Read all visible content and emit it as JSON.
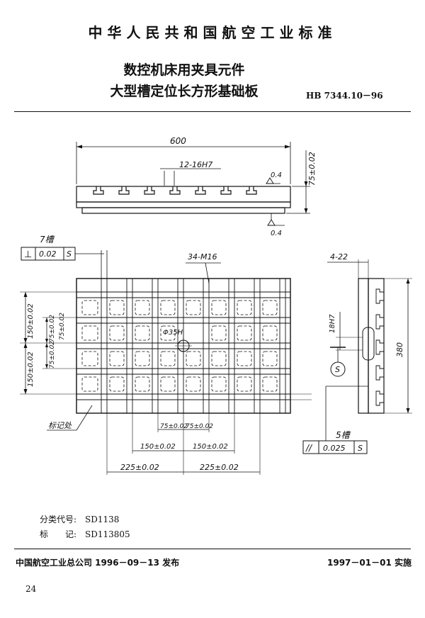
{
  "header": {
    "standard_name": "中华人民共和国航空工业标准",
    "title_line1": "数控机床用夹具元件",
    "title_line2": "大型槽定位长方形基础板",
    "code": "HB 7344.10－96"
  },
  "drawing": {
    "top_view": {
      "width_dim": "600",
      "slots": "12-16H7",
      "height_dim": "75±0.02",
      "roughness_top": "0.4",
      "roughness_bottom": "0.4"
    },
    "plan_view": {
      "slot_note": "7槽",
      "tol_symbol": "⊥",
      "tol_value": "0.02",
      "tol_datum": "S",
      "threads": "34-M16",
      "center_hole": "Φ35H",
      "v_dim_outer_top": "150±0.02",
      "v_dim_outer_bottom": "150±0.02",
      "v_dim_inner_top": "75±0.02",
      "v_dim_inner_mid": "75±0.02",
      "v_dim_inner_bottom": "75±0.02",
      "h_dim_75_left": "75±0.02",
      "h_dim_75_right": "75±0.02",
      "h_dim_150_left": "150±0.02",
      "h_dim_150_right": "150±0.02",
      "h_dim_225_left": "225±0.02",
      "h_dim_225_right": "225±0.02",
      "mark_label": "标记处"
    },
    "side_view": {
      "holes": "4-22",
      "slot_fit": "18H7",
      "height_dim": "380",
      "datum": "S",
      "slot_note": "5槽",
      "par_symbol": "//",
      "par_value": "0.025",
      "par_datum": "S"
    }
  },
  "meta": {
    "class_label": "分类代号:",
    "class_value": "SD1138",
    "mark_label": "标　　记:",
    "mark_value": "SD113805"
  },
  "footer": {
    "issuer": "中国航空工业总公司 1996－09－13 发布",
    "effective": "1997－01－01 实施",
    "page": "24"
  }
}
